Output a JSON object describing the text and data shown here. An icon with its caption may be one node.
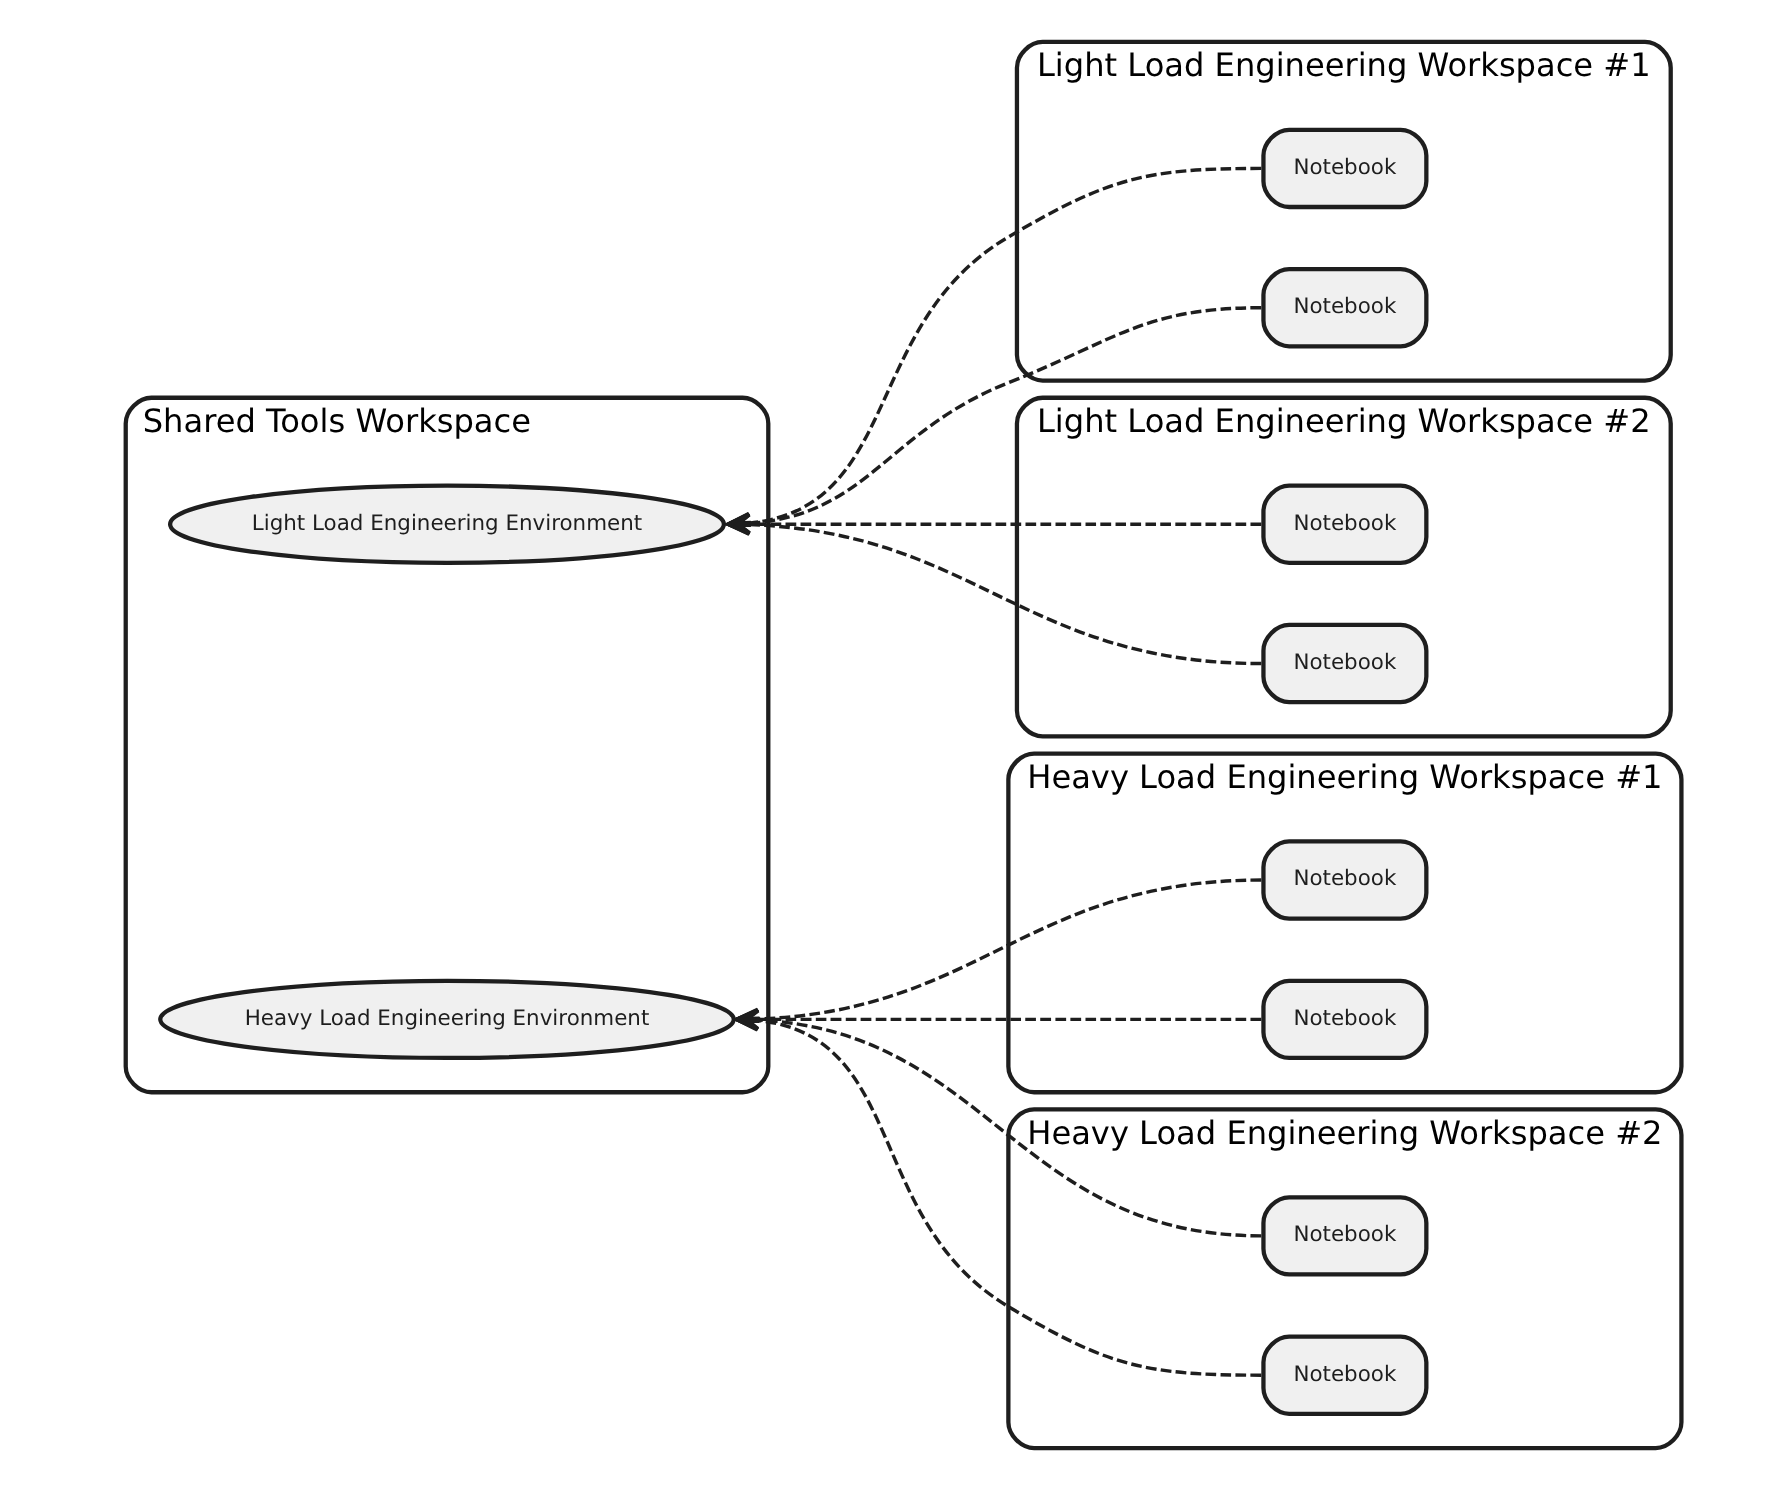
{
  "diagram": {
    "nodes": [
      {
        "text": [
          "Shared Tools Workspace"
        ]
      },
      {
        "text": [
          "Light Load Engineering Environment"
        ],
        "in": 0
      },
      {
        "text": [
          "Heavy Load Engineering Environment"
        ],
        "in": 0
      },
      {
        "text": [
          "Light Load Engineering Workspace #1"
        ]
      },
      {
        "text": [
          "Notebook"
        ],
        "in": 3
      },
      {
        "text": [
          "Notebook"
        ],
        "in": 3
      },
      {
        "text": [
          "Light Load Engineering Workspace #2"
        ]
      },
      {
        "text": [
          "Notebook"
        ],
        "in": 6
      },
      {
        "text": [
          "Notebook"
        ],
        "in": 6
      },
      {
        "text": [
          "Heavy Load Engineering Workspace #1"
        ]
      },
      {
        "text": [
          "Notebook"
        ],
        "in": 9
      },
      {
        "text": [
          "Notebook"
        ],
        "in": 9
      },
      {
        "text": [
          "Heavy Load Engineering Workspace #2"
        ]
      },
      {
        "text": [
          "Notebook"
        ],
        "in": 12
      },
      {
        "text": [
          "Notebook"
        ],
        "in": 12
      }
    ],
    "edges": [
      {
        "from": 4,
        "to": 1,
        "arrow": "to",
        "style": "dashed"
      },
      {
        "from": 5,
        "to": 1,
        "arrow": "to",
        "style": "dashed"
      },
      {
        "from": 7,
        "to": 1,
        "arrow": "to",
        "style": "dashed"
      },
      {
        "from": 8,
        "to": 1,
        "arrow": "to",
        "style": "dashed"
      },
      {
        "from": 10,
        "to": 2,
        "arrow": "to",
        "style": "dashed"
      },
      {
        "from": 11,
        "to": 2,
        "arrow": "to",
        "style": "dashed"
      },
      {
        "from": 13,
        "to": 2,
        "arrow": "to",
        "style": "dashed"
      },
      {
        "from": 14,
        "to": 2,
        "arrow": "to",
        "style": "dashed"
      }
    ]
  }
}
